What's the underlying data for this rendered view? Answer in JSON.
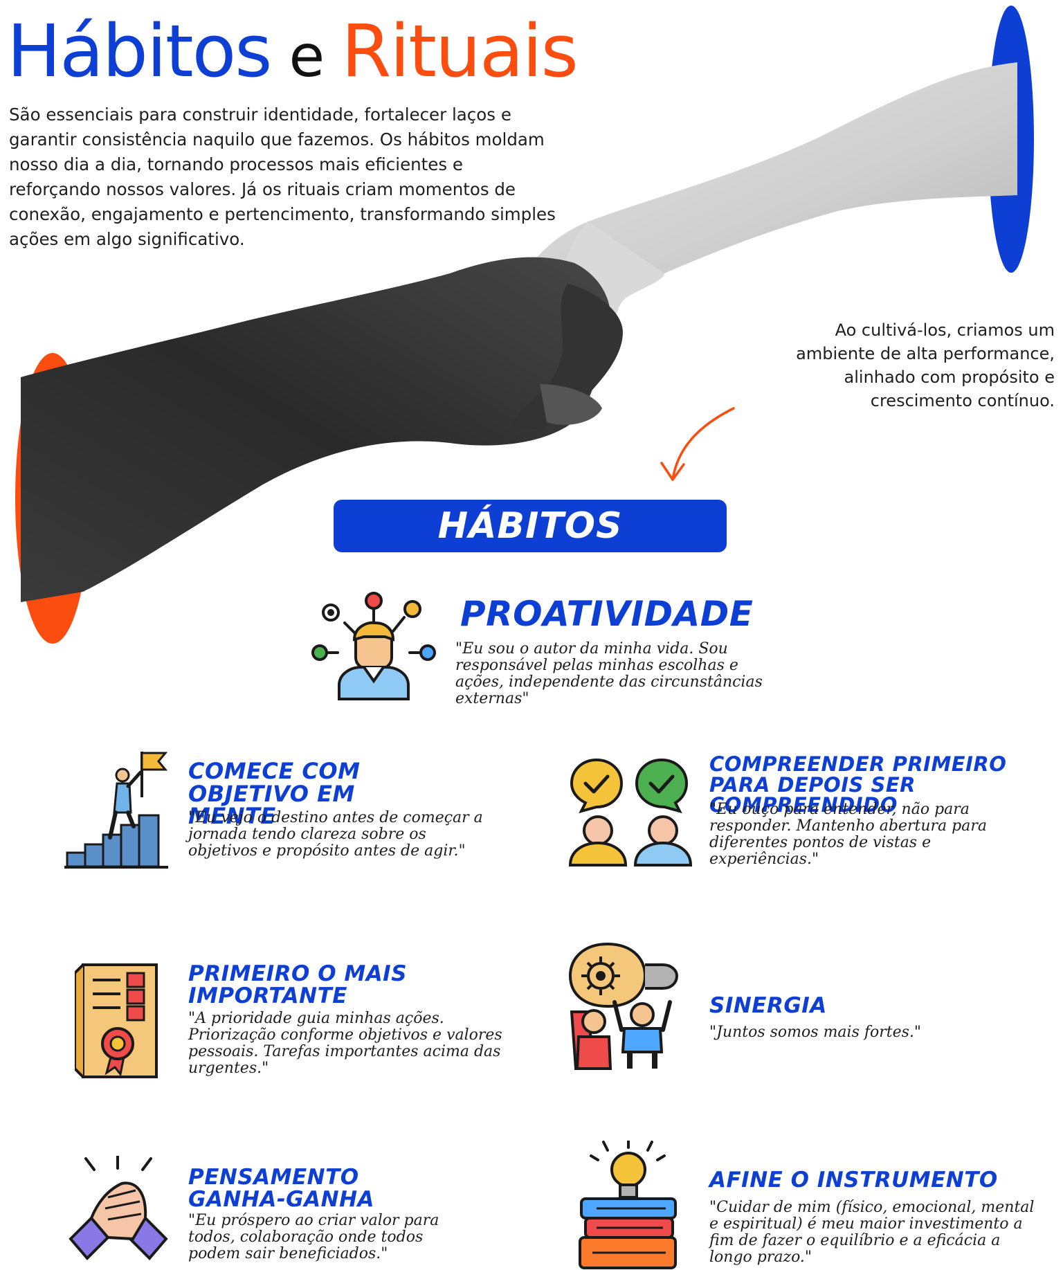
{
  "header": {
    "title_word1": "Hábitos",
    "title_connector": "e",
    "title_word2": "Rituais",
    "intro": "São essenciais para construir identidade, fortalecer laços e garantir consistência naquilo que fazemos. Os hábitos moldam nosso dia a dia, tornando processos mais eficientes e reforçando nossos valores. Já os rituais criam momentos de conexão, engajamento e pertencimento, transformando simples ações em algo significativo.",
    "side_text": "Ao cultivá-los, criamos um ambiente de alta performance, alinhado com propósito e crescimento contínuo."
  },
  "banner": {
    "label": "HÁBITOS"
  },
  "habits": {
    "proatividade": {
      "title": "PROATIVIDADE",
      "quote": "\"Eu sou o autor da minha vida. Sou responsável pelas minhas escolhas e ações, independente das circunstâncias externas\"",
      "icon": "person-network-icon"
    },
    "objetivo": {
      "title": "COMECE COM OBJETIVO EM MENTE",
      "quote": "\"Eu vejo o destino antes de começar a jornada tendo clareza sobre os objetivos e propósito antes de agir.\"",
      "icon": "summit-flag-icon"
    },
    "compreender": {
      "title": "COMPREENDER PRIMEIRO PARA DEPOIS SER COMPREENDIDO",
      "quote": "\"Eu ouço para entender, não para responder. Mantenho abertura para diferentes pontos de vistas e experiências.\"",
      "icon": "two-people-check-icon"
    },
    "primeiro": {
      "title": "PRIMEIRO O MAIS IMPORTANTE",
      "quote": "\"A prioridade guia minhas ações. Priorização conforme objetivos e valores pessoais. Tarefas importantes acima das urgentes.\"",
      "icon": "certificate-checklist-icon"
    },
    "sinergia": {
      "title": "SINERGIA",
      "quote": "\"Juntos somos mais fortes.\"",
      "icon": "team-lightbulb-icon"
    },
    "ganha": {
      "title": "PENSAMENTO GANHA-GANHA",
      "quote": "\"Eu próspero ao criar valor para todos, colaboração onde todos podem sair beneficiados.\"",
      "icon": "handshake-icon"
    },
    "afine": {
      "title": "AFINE O INSTRUMENTO",
      "quote": "\"Cuidar de mim (físico, emocional, mental e espiritual) é meu maior investimento a fim de fazer o equilíbrio e a eficácia a longo prazo.\"",
      "icon": "books-lightbulb-icon"
    }
  },
  "colors": {
    "blue": "#0e3fd4",
    "orange": "#fb4d10"
  }
}
